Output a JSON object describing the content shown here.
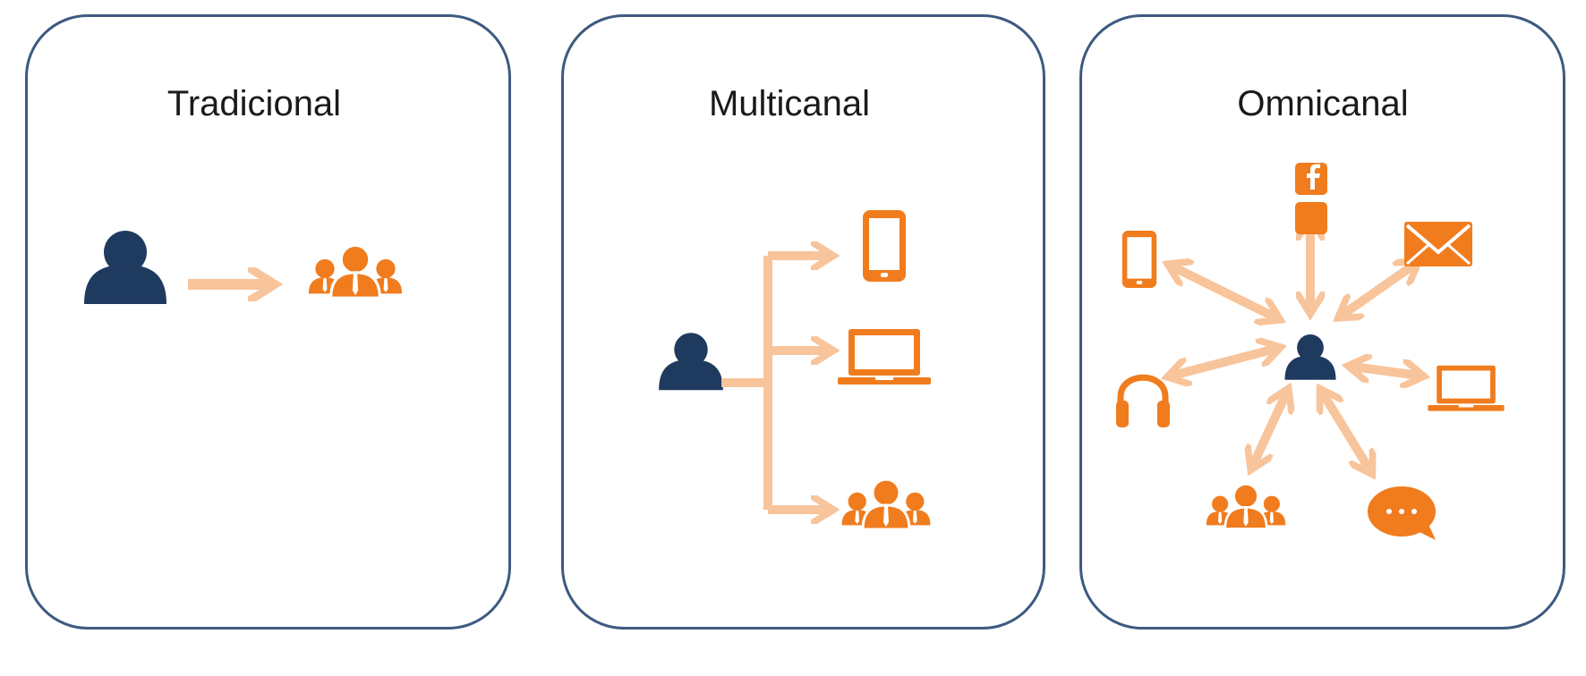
{
  "colors": {
    "border": "#3d5a80",
    "person": "#1f3a5f",
    "orange": "#f07c1e",
    "arrow": "#f8c49b"
  },
  "panels": [
    {
      "title": "Tradicional",
      "icons": [
        "person-icon",
        "group-icon"
      ]
    },
    {
      "title": "Multicanal",
      "icons": [
        "person-icon",
        "smartphone-icon",
        "laptop-icon",
        "group-icon"
      ]
    },
    {
      "title": "Omnicanal",
      "icons": [
        "person-icon",
        "facebook-icon",
        "social-icon",
        "smartphone-icon",
        "email-icon",
        "headphones-icon",
        "laptop-icon",
        "group-icon",
        "chat-icon"
      ]
    }
  ]
}
